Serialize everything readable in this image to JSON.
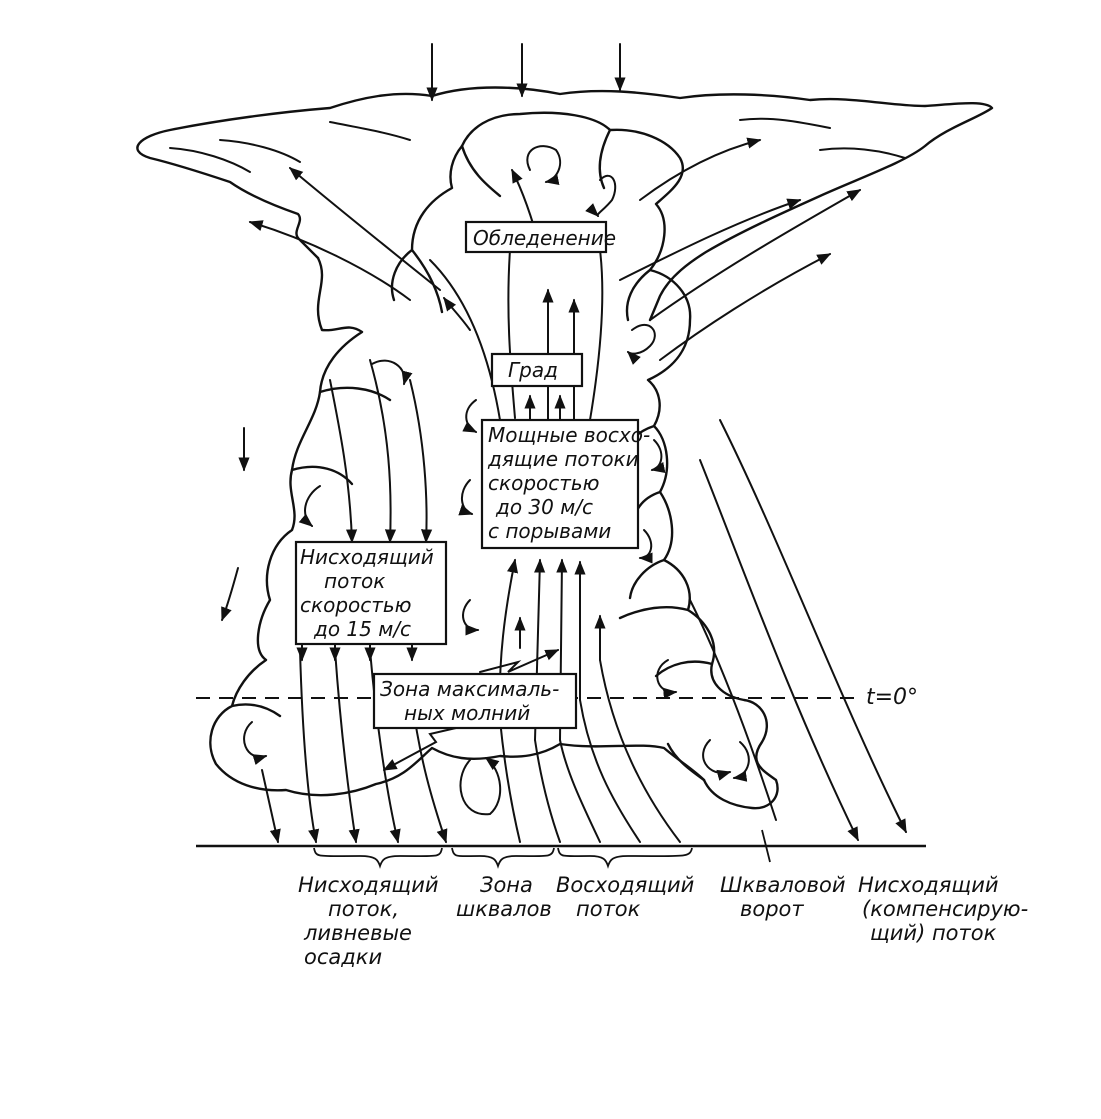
{
  "boxes": {
    "icing": {
      "lines": [
        "Обледенение"
      ]
    },
    "hail": {
      "lines": [
        "Град"
      ]
    },
    "updraft": {
      "lines": [
        "Мощные восхо-",
        "дящие потоки",
        "скоростью",
        "до 30 м/с",
        "с порывами"
      ]
    },
    "downdraft": {
      "lines": [
        "Нисходящий",
        "поток",
        "скоростью",
        "до 15 м/с"
      ]
    },
    "lightning": {
      "lines": [
        "Зона максималь-",
        "ных молний"
      ]
    }
  },
  "isotherm_label": "t=0°",
  "bottom_labels": {
    "downflow_precip": [
      "Нисходящий",
      "поток,",
      "ливневые",
      "осадки"
    ],
    "squall_zone": [
      "Зона",
      "шквалов"
    ],
    "upflow": [
      "Восходящий",
      "поток"
    ],
    "squall_collar": [
      "Шкваловой",
      "ворот"
    ],
    "compensating": [
      "Нисходящий",
      "(компенсирую-",
      "щий) поток"
    ]
  }
}
